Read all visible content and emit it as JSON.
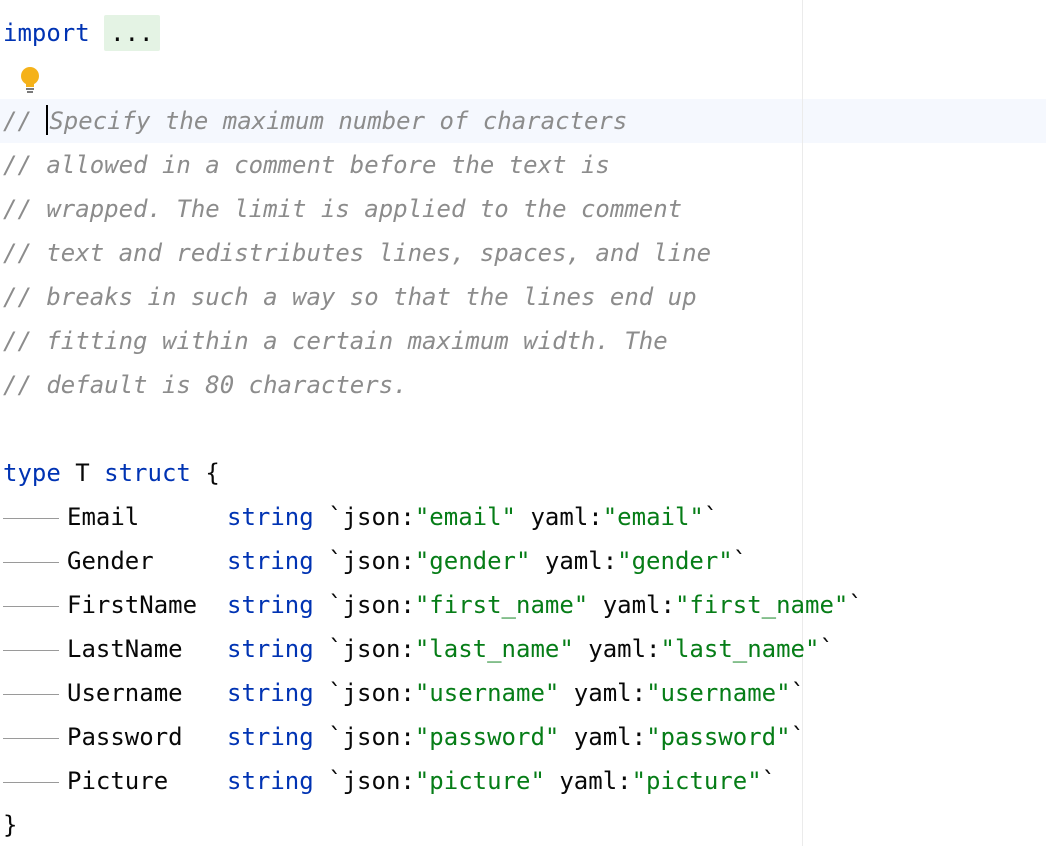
{
  "import_line": {
    "keyword": "import",
    "folded": "..."
  },
  "comment_prefix": "//",
  "comment_lines": [
    "Specify the maximum number of characters",
    "allowed in a comment before the text is",
    "wrapped. The limit is applied to the comment",
    "text and redistributes lines, spaces, and line",
    "breaks in such a way so that the lines end up",
    "fitting within a certain maximum width. The",
    "default is 80 characters."
  ],
  "struct": {
    "type_keyword": "type",
    "name": "T",
    "struct_keyword": "struct",
    "open_brace": "{",
    "close_brace": "}",
    "fields": [
      {
        "name": "Email",
        "type": "string",
        "json": "\"email\"",
        "yaml": "\"email\""
      },
      {
        "name": "Gender",
        "type": "string",
        "json": "\"gender\"",
        "yaml": "\"gender\""
      },
      {
        "name": "FirstName",
        "type": "string",
        "json": "\"first_name\"",
        "yaml": "\"first_name\""
      },
      {
        "name": "LastName",
        "type": "string",
        "json": "\"last_name\"",
        "yaml": "\"last_name\""
      },
      {
        "name": "Username",
        "type": "string",
        "json": "\"username\"",
        "yaml": "\"username\""
      },
      {
        "name": "Password",
        "type": "string",
        "json": "\"password\"",
        "yaml": "\"password\""
      },
      {
        "name": "Picture",
        "type": "string",
        "json": "\"picture\"",
        "yaml": "\"picture\""
      }
    ],
    "tag_open": "`json:",
    "tag_mid": " yaml:",
    "tag_close": "`"
  },
  "icons": {
    "intention": "lightbulb-icon"
  },
  "colors": {
    "keyword": "#0033b3",
    "string": "#067d17",
    "comment": "#8c8c8c",
    "fold_bg": "#e4f3e4",
    "caret_line": "#f5f8fe",
    "bulb": "#f5b21a"
  }
}
